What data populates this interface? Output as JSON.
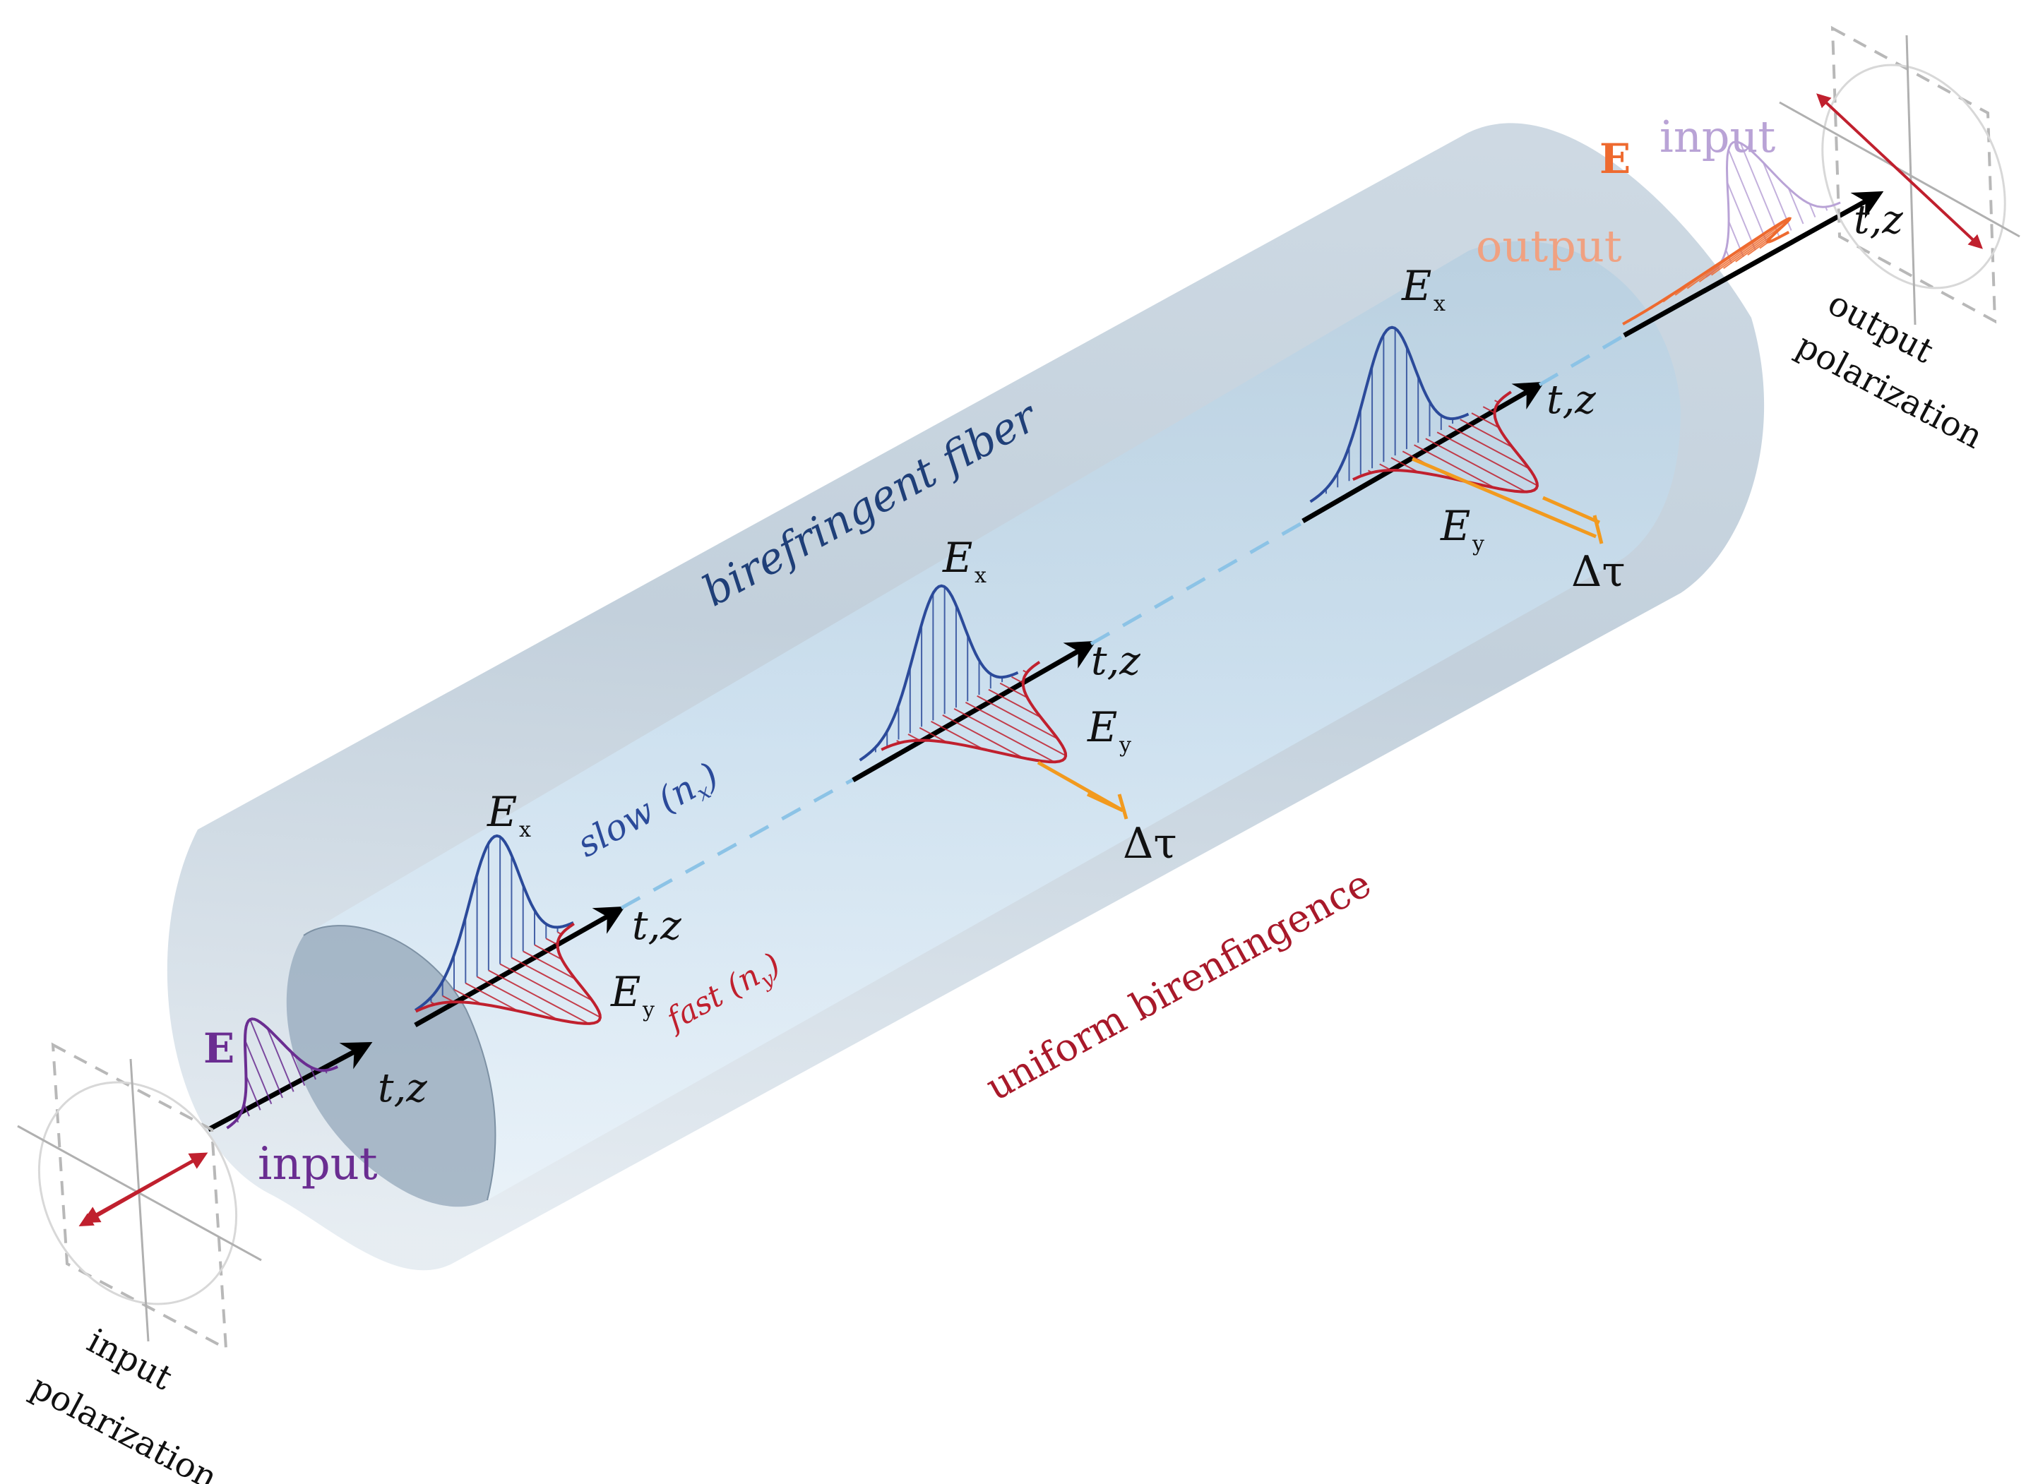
{
  "labels": {
    "fiber": "birefringent fiber",
    "slow_prefix": "slow (",
    "slow_n": "n",
    "slow_sub": "x",
    "slow_suffix": ")",
    "fast_prefix": "fast (",
    "fast_n": "n",
    "fast_sub": "y",
    "fast_suffix": ")",
    "uniform": "uniform birenfingence",
    "axis": "t,z",
    "E": "E",
    "Ex_main": "E",
    "Ex_sub": "x",
    "Ey_main": "E",
    "Ey_sub": "y",
    "delta_tau": "Δτ",
    "input": "input",
    "output": "output",
    "input_pol_1": "input",
    "input_pol_2": "polarization",
    "output_pol_1": "output",
    "output_pol_2": "polarization"
  },
  "colors": {
    "fiber_outer": "#c9d6e2",
    "fiber_core": "#d8e8f4",
    "slow_blue": "#2b4a9a",
    "fast_red": "#c0202e",
    "input_purple": "#6a2d91",
    "output_orange": "#ee6a2f",
    "input_faded": "#b9a3d6",
    "output_faded": "#f0a181",
    "delay_orange": "#f29a1e",
    "dash_blue": "#8cc3e6",
    "fiber_label": "#1f3f78"
  }
}
